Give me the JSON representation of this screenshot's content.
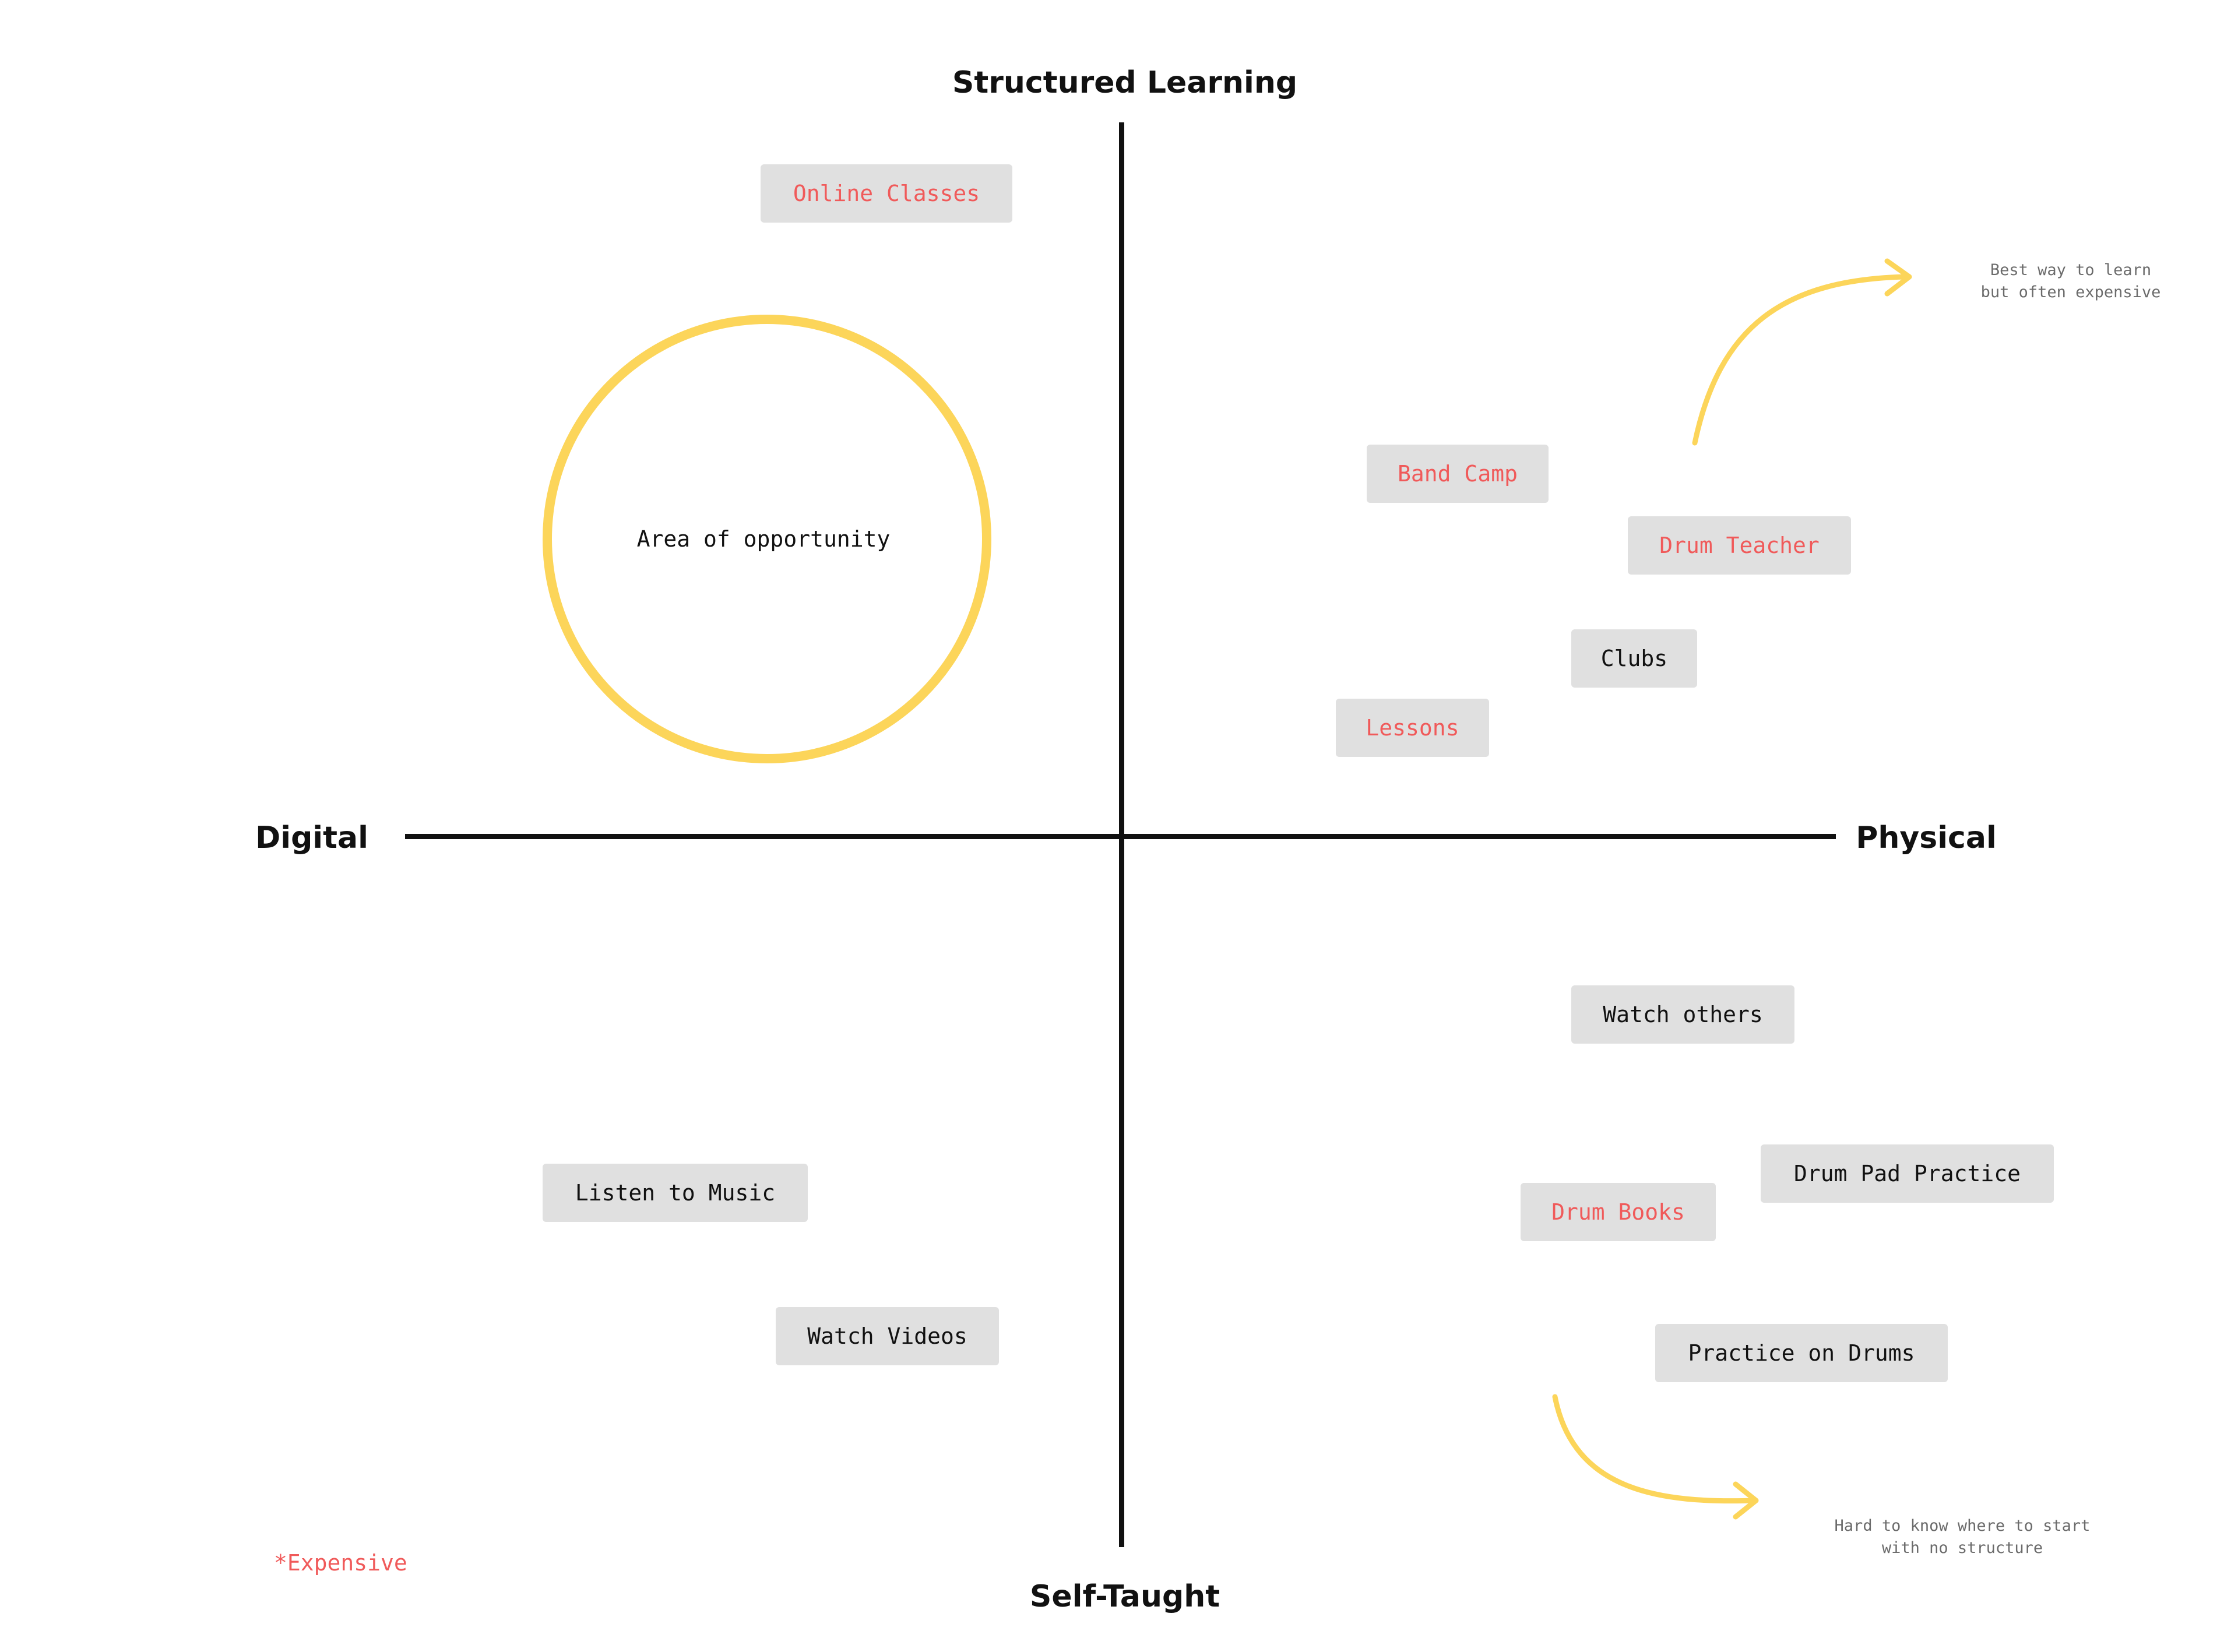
{
  "axes": {
    "top": "Structured Learning",
    "bottom": "Self-Taught",
    "left": "Digital",
    "right": "Physical"
  },
  "opportunity": {
    "label": "Area of opportunity"
  },
  "items": {
    "online_classes": {
      "label": "Online Classes",
      "expensive": true
    },
    "band_camp": {
      "label": "Band Camp",
      "expensive": true
    },
    "drum_teacher": {
      "label": "Drum Teacher",
      "expensive": true
    },
    "clubs": {
      "label": "Clubs",
      "expensive": false
    },
    "lessons": {
      "label": "Lessons",
      "expensive": true
    },
    "watch_others": {
      "label": "Watch others",
      "expensive": false
    },
    "drum_pad_practice": {
      "label": "Drum Pad Practice",
      "expensive": false
    },
    "drum_books": {
      "label": "Drum Books",
      "expensive": true
    },
    "practice_on_drums": {
      "label": "Practice on Drums",
      "expensive": false
    },
    "listen_to_music": {
      "label": "Listen to Music",
      "expensive": false
    },
    "watch_videos": {
      "label": "Watch Videos",
      "expensive": false
    }
  },
  "annotations": {
    "top_right": {
      "line1": "Best way to learn",
      "line2": "but often expensive"
    },
    "bottom_right": {
      "line1": "Hard to know where to start",
      "line2": "with no structure"
    }
  },
  "legend": {
    "label": "*Expensive"
  },
  "colors": {
    "accent": "#fcd55a",
    "expensive": "#f05a5a",
    "sticky": "#e0e0e0",
    "axis": "#111111"
  }
}
